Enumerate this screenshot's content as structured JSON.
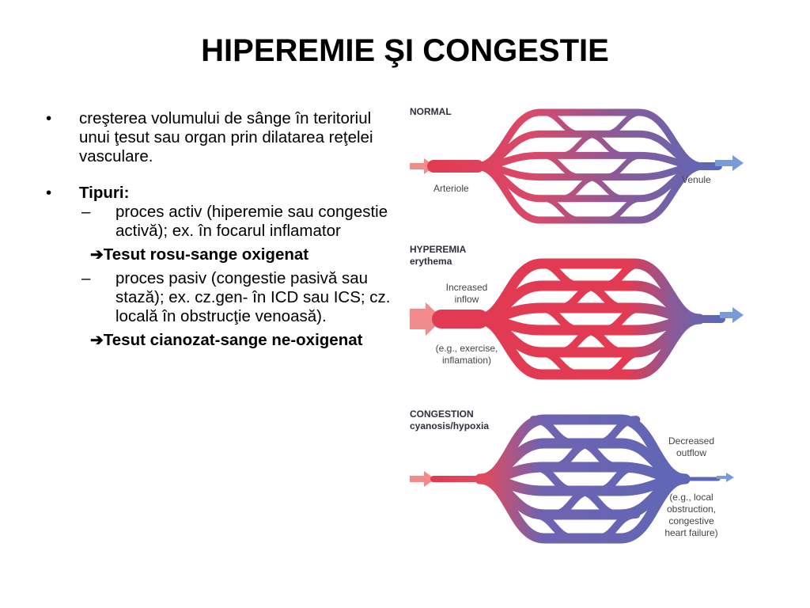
{
  "title": "HIPEREMIE ŞI CONGESTIE",
  "bullets": {
    "b1": "creşterea volumului de sânge în teritoriul unui ţesut sau organ prin dilatarea reţelei vasculare.",
    "b2": "Tipuri:",
    "sub1": "proces activ (hiperemie sau congestie activă); ex. în focarul inflamator",
    "arrow1": "Tesut rosu-sange oxigenat",
    "sub2": "proces pasiv (congestie pasivă sau stază); ex. cz.gen- în ICD sau ICS;  cz. locală în obstrucţie venoasă).",
    "arrow2": "Tesut cianozat-sange ne-oxigenat"
  },
  "figure": {
    "normal": {
      "heading": "NORMAL",
      "left_label": "Arteriole",
      "right_label": "Venule"
    },
    "hyperemia": {
      "heading": "HYPEREMIA",
      "subheading": "erythema",
      "left_label": [
        "Increased",
        "inflow"
      ],
      "left_note": [
        "(e.g., exercise,",
        "inflamation)"
      ]
    },
    "congestion": {
      "heading": "CONGESTION",
      "subheading": "cyanosis/hypoxia",
      "right_label": [
        "Decreased",
        "outflow"
      ],
      "right_note": [
        "(e.g., local",
        "obstruction,",
        "congestive",
        "heart failure)"
      ]
    },
    "colors": {
      "arterial": "#e23a52",
      "venous": "#5b68b8",
      "arrow": "#f08c8c",
      "arrow_venous": "#7a9ad8"
    }
  }
}
